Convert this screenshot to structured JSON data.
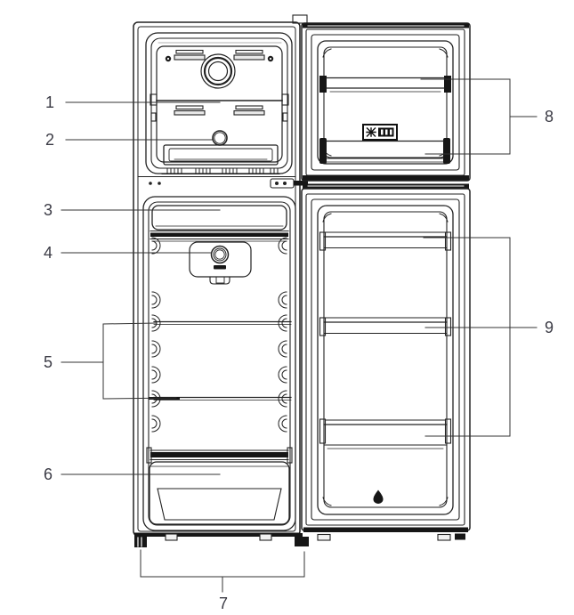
{
  "diagram": {
    "type": "refrigerator-parts-diagram",
    "background": "#ffffff",
    "line_color": "#222222",
    "dark_color": "#161616",
    "label_color": "#3b3b45",
    "callouts": [
      {
        "label": "1"
      },
      {
        "label": "2"
      },
      {
        "label": "3"
      },
      {
        "label": "4"
      },
      {
        "label": "5"
      },
      {
        "label": "6"
      },
      {
        "label": "7"
      },
      {
        "label": "8"
      },
      {
        "label": "9"
      }
    ],
    "icons": {
      "freezer_badge": "freezer-star-rating-icon",
      "door_emblem": "droplet-icon",
      "screws": "screw-icon"
    }
  }
}
